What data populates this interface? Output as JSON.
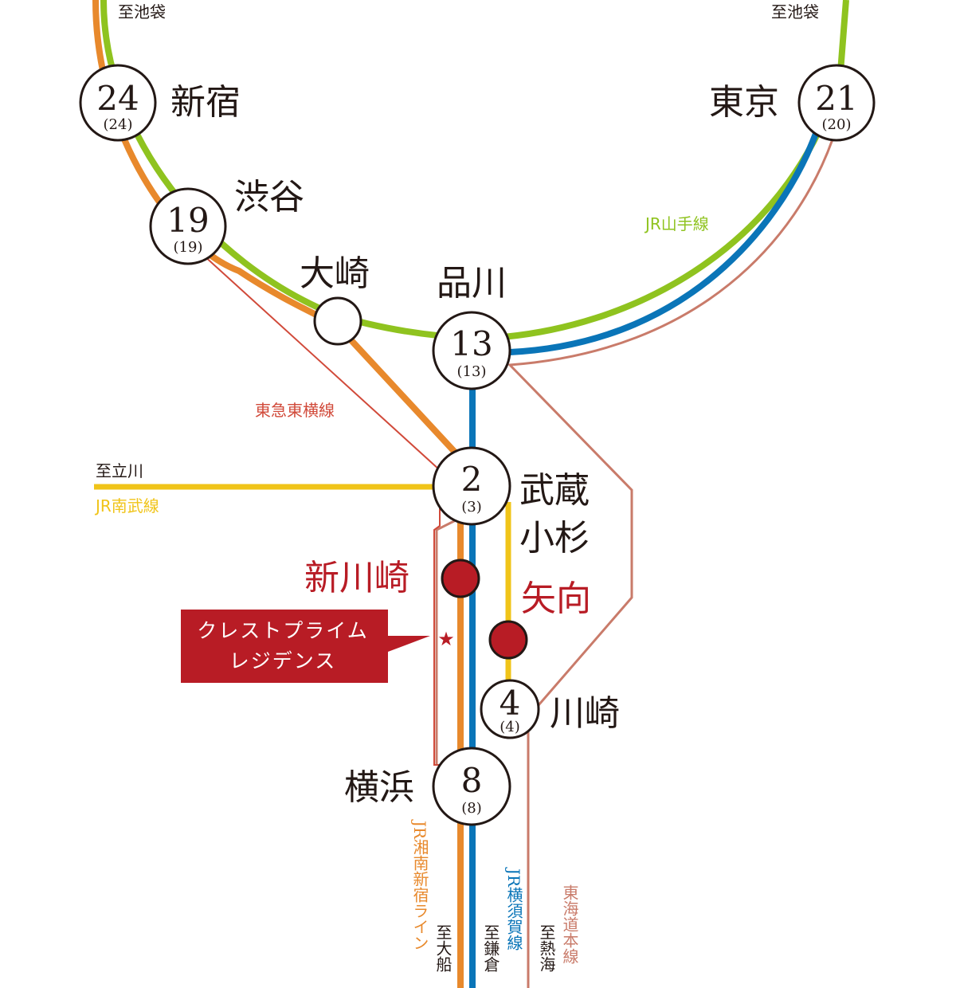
{
  "colors": {
    "yamanote": "#8fc31f",
    "shonan_shinjuku": "#e8892c",
    "yokosuka": "#0a75b8",
    "tokaido": "#c97b6a",
    "toyoko": "#d14a3a",
    "nambu": "#f0c419",
    "highlight": "#b81c25",
    "text": "#231815"
  },
  "stations": {
    "shinjuku": {
      "name": "新宿",
      "minutes": "24",
      "minutes_alt": "(24)"
    },
    "shibuya": {
      "name": "渋谷",
      "minutes": "19",
      "minutes_alt": "(19)"
    },
    "osaki": {
      "name": "大崎"
    },
    "shinagawa": {
      "name": "品川",
      "minutes": "13",
      "minutes_alt": "(13)"
    },
    "tokyo": {
      "name": "東京",
      "minutes": "21",
      "minutes_alt": "(20)"
    },
    "musashikosugi": {
      "name_line1": "武蔵",
      "name_line2": "小杉",
      "minutes": "2",
      "minutes_alt": "(3)"
    },
    "shinkawasaki": {
      "name": "新川崎"
    },
    "mukaigawara": {
      "name": "矢向"
    },
    "kawasaki": {
      "name": "川崎",
      "minutes": "4",
      "minutes_alt": "(4)"
    },
    "yokohama": {
      "name": "横浜",
      "minutes": "8",
      "minutes_alt": "(8)"
    }
  },
  "directions": {
    "ikebukuro_left": "至池袋",
    "ikebukuro_right": "至池袋",
    "tachikawa": "至立川",
    "ofuna": "至大船",
    "kamakura": "至鎌倉",
    "atami": "至熱海"
  },
  "lines": {
    "yamanote": "JR山手線",
    "toyoko": "東急東横線",
    "nambu": "JR南武線",
    "shonan_shinjuku": "JR湘南新宿ライン",
    "yokosuka": "JR横須賀線",
    "tokaido": "東海道本線"
  },
  "property": {
    "name_line1": "クレストプライム",
    "name_line2": "レジデンス",
    "marker": "★"
  }
}
